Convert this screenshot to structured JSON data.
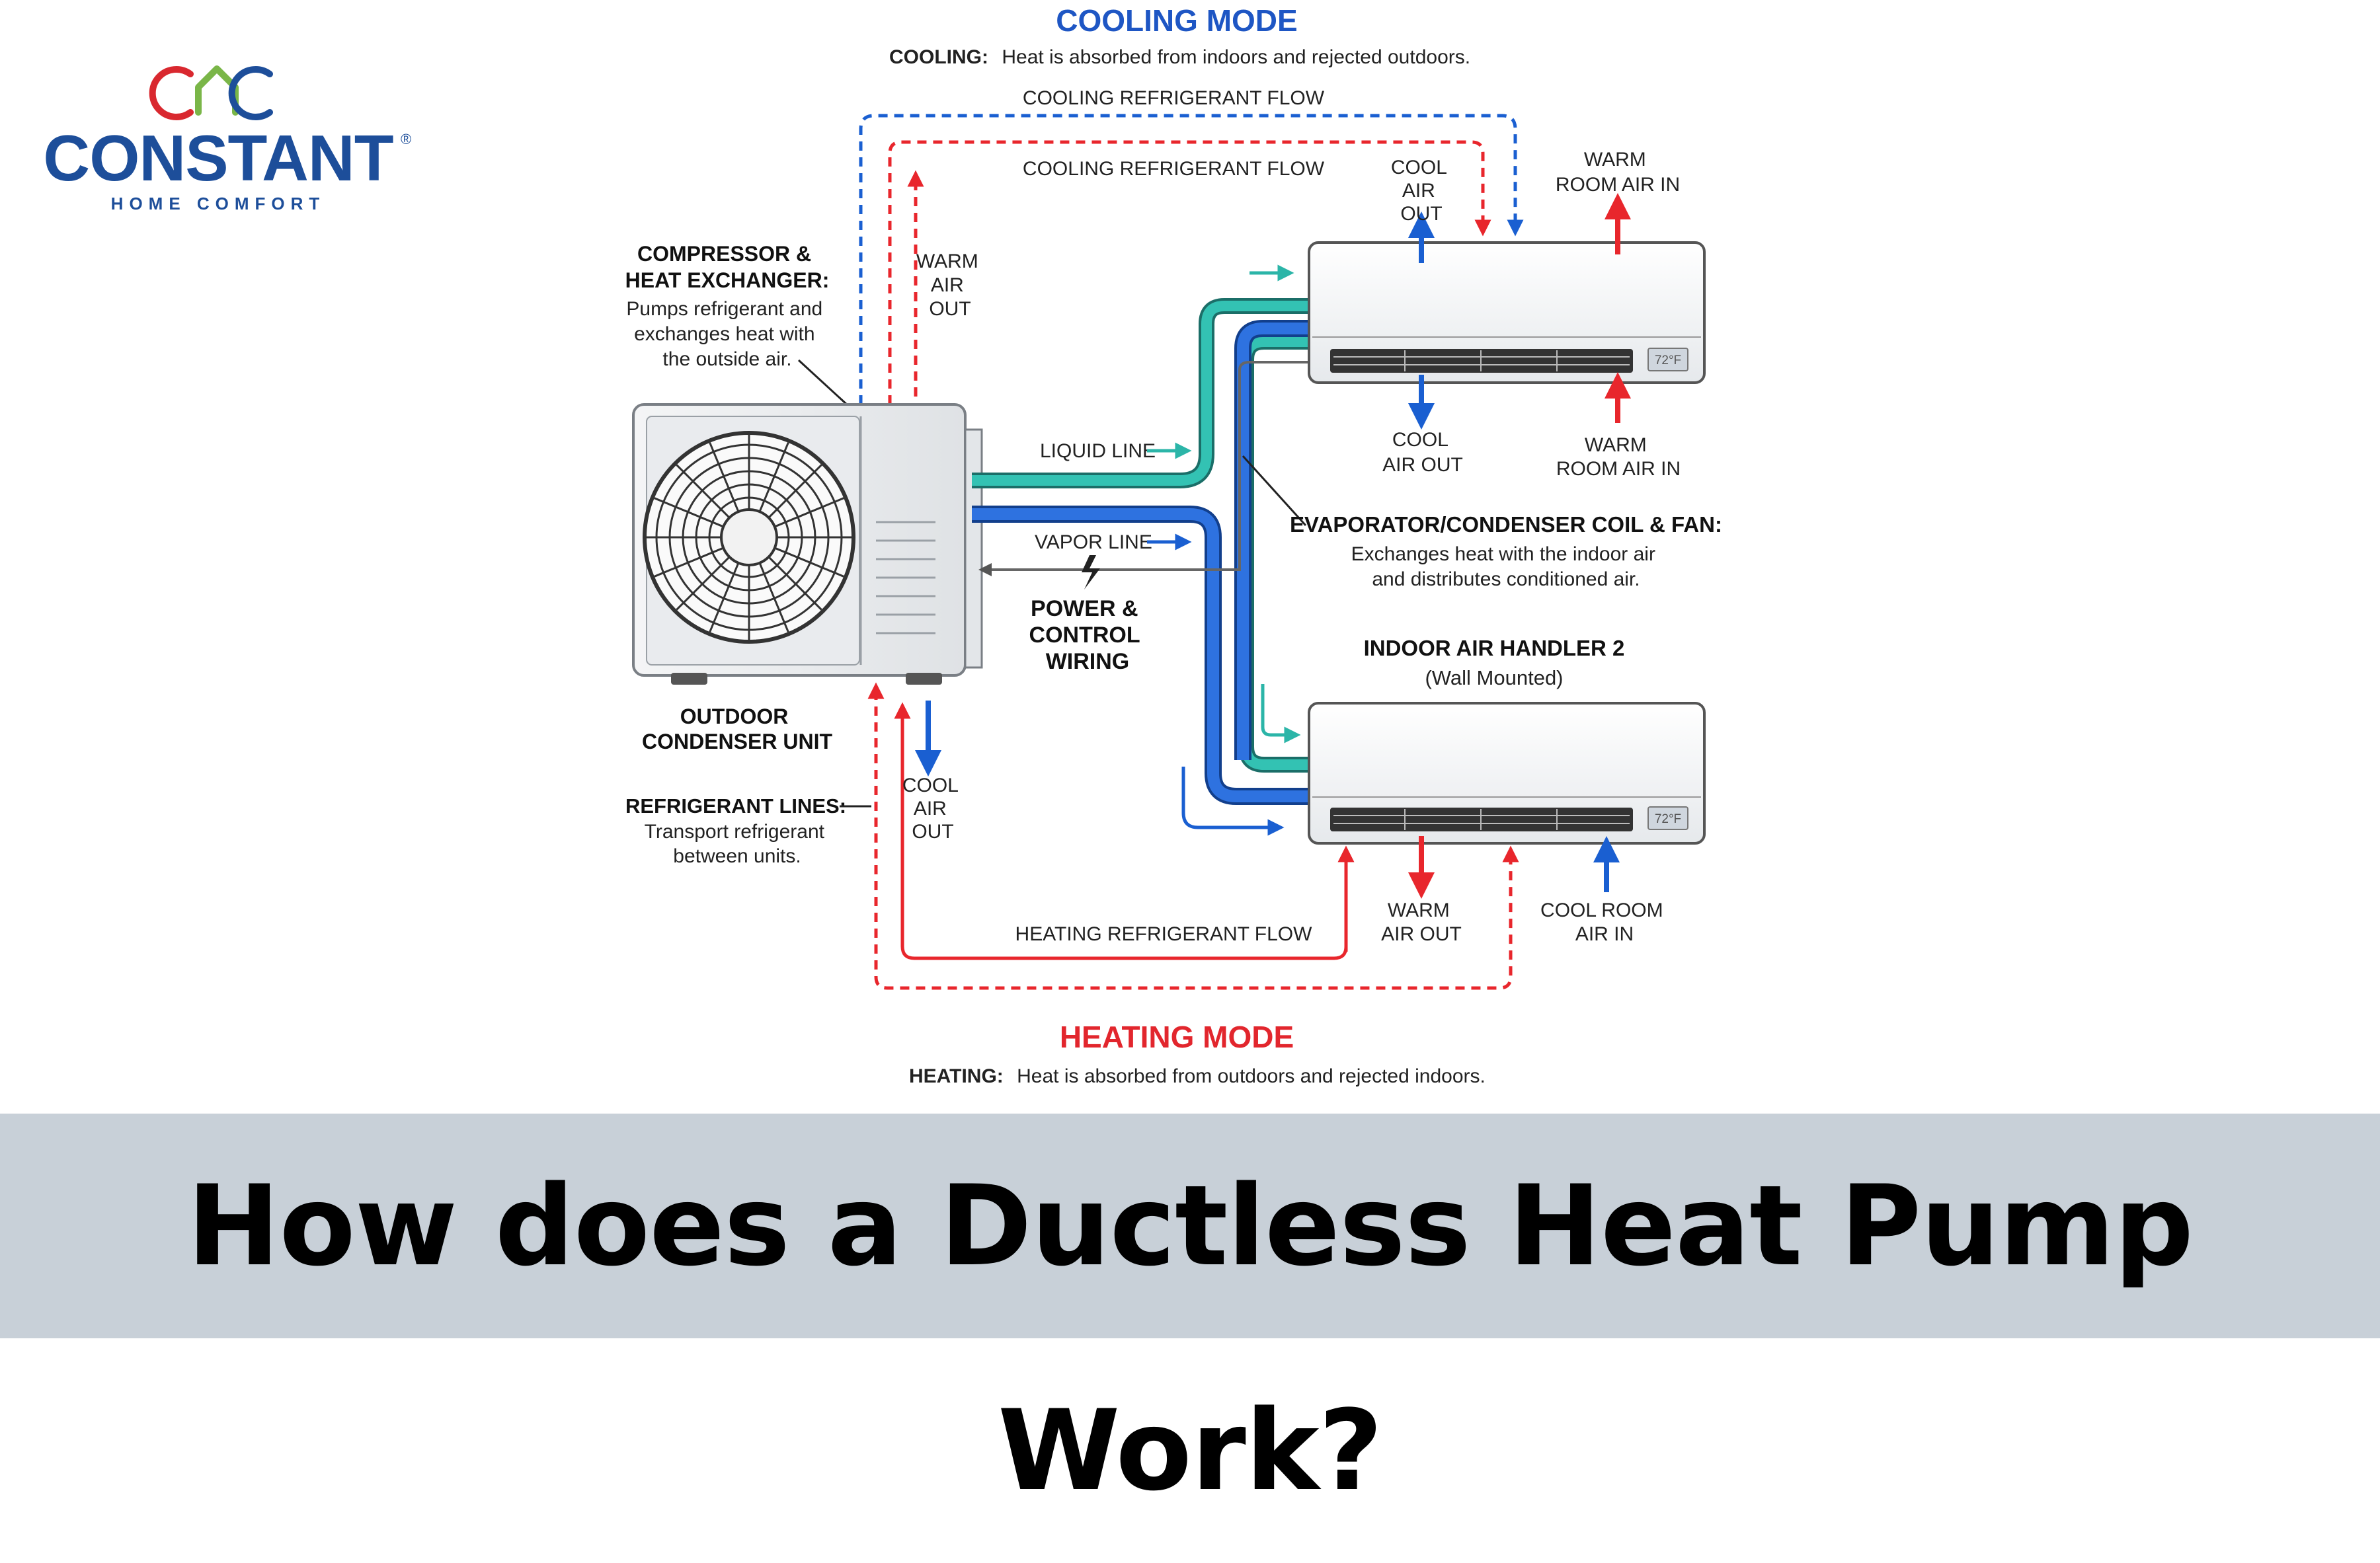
{
  "brand": {
    "name": "CONSTANT",
    "tagline": "HOME COMFORT",
    "registered": "®",
    "colors": {
      "red": "#d9282f",
      "green": "#7ab648",
      "blue": "#1d4e9a"
    }
  },
  "cooling": {
    "title": "COOLING MODE",
    "desc_label": "COOLING:",
    "desc_text": "Heat is absorbed from indoors and rejected outdoors.",
    "flow_outer": "COOLING REFRIGERANT FLOW",
    "flow_inner": "COOLING REFRIGERANT FLOW"
  },
  "heating": {
    "title": "HEATING MODE",
    "desc_label": "HEATING:",
    "desc_text": "Heat is absorbed from outdoors and rejected indoors.",
    "flow": "HEATING REFRIGERANT FLOW"
  },
  "labels": {
    "compressor_title": [
      "COMPRESSOR &",
      "HEAT EXCHANGER:"
    ],
    "compressor_desc": [
      "Pumps refrigerant and",
      "exchanges heat with",
      "the outside air."
    ],
    "warm_air_out_outdoor": [
      "WARM",
      "AIR",
      "OUT"
    ],
    "liquid_line": "LIQUID LINE",
    "vapor_line": "VAPOR LINE",
    "power_wiring": [
      "POWER &",
      "CONTROL",
      "WIRING"
    ],
    "outdoor_unit": [
      "OUTDOOR",
      "CONDENSER UNIT"
    ],
    "refrigerant_lines_title": "REFRIGERANT LINES:",
    "refrigerant_lines_desc": [
      "Transport refrigerant",
      "between units."
    ],
    "cool_air_out_outdoor": [
      "COOL",
      "AIR",
      "OUT"
    ],
    "cool_air_out_top": [
      "COOL",
      "AIR",
      "OUT"
    ],
    "warm_room_air_in_top": [
      "WARM",
      "ROOM AIR IN"
    ],
    "cool_air_out_unit1": [
      "COOL",
      "AIR OUT"
    ],
    "warm_room_air_in_unit1": [
      "WARM",
      "ROOM AIR IN"
    ],
    "evaporator_title": "EVAPORATOR/CONDENSER COIL & FAN:",
    "evaporator_desc": [
      "Exchanges heat with the indoor air",
      "and distributes conditioned air."
    ],
    "handler2_title": "INDOOR AIR HANDLER 2",
    "handler2_sub": "(Wall Mounted)",
    "warm_air_out_unit2": [
      "WARM",
      "AIR OUT"
    ],
    "cool_room_air_in_unit2": [
      "COOL ROOM",
      "AIR IN"
    ],
    "display_temp": "72°F"
  },
  "colors": {
    "cooling_blue": "#1a5fd1",
    "heating_red": "#e8262c",
    "liquid_teal": "#2bb5a8",
    "pipe_blue": "#2467d6",
    "title_blue": "#1e56c4",
    "title_red": "#e2262d"
  },
  "footer": {
    "title": "How does a Ductless Heat Pump Work?"
  }
}
